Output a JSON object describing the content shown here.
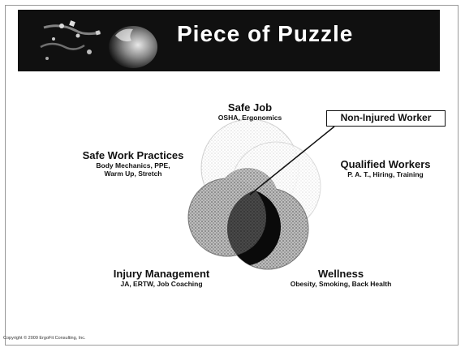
{
  "slide": {
    "title": "Piece of Puzzle",
    "copyright": "Copyright © 2009 ErgoFit Consulting, Inc."
  },
  "circles": [
    {
      "heading": "Safe Job",
      "sub": "OSHA, Ergonomics"
    },
    {
      "heading": "Safe Work Practices",
      "sub_lines": [
        "Body Mechanics, PPE,",
        "Warm Up, Stretch"
      ]
    },
    {
      "heading": "Qualified Workers",
      "sub": "P. A. T., Hiring, Training"
    },
    {
      "heading": "Injury Management",
      "sub": "JA, ERTW, Job Coaching"
    },
    {
      "heading": "Wellness",
      "sub": "Obesity, Smoking, Back Health"
    }
  ],
  "callout": "Non-Injured Worker",
  "colors": {
    "banner": "#101010",
    "title": "#ffffff",
    "circle_fill": "#b8b8b8",
    "center": "#0a0a0a"
  }
}
